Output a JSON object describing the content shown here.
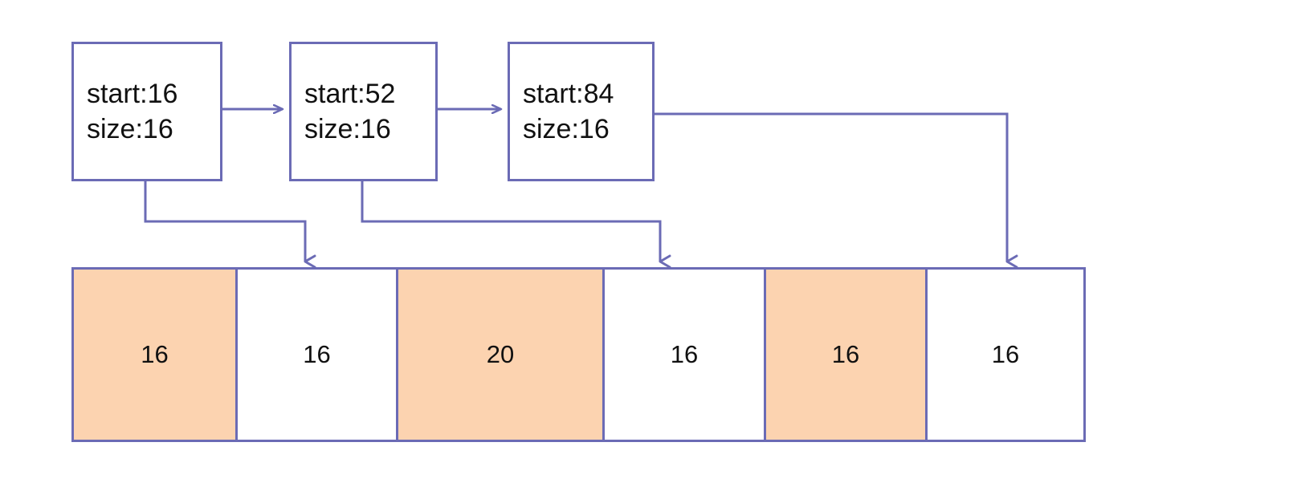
{
  "diagram": {
    "title": "free-list-and-heap-blocks",
    "colors": {
      "line": "#6B6BB5",
      "allocated_fill": "#FCD3B0",
      "free_fill": "#FFFFFF",
      "text": "#111111"
    },
    "free_list_nodes": [
      {
        "start_label": "start:16",
        "size_label": "size:16"
      },
      {
        "start_label": "start:52",
        "size_label": "size:16"
      },
      {
        "start_label": "start:84",
        "size_label": "size:16"
      }
    ],
    "memory_cells": [
      {
        "label": "16",
        "state": "allocated"
      },
      {
        "label": "16",
        "state": "free"
      },
      {
        "label": "20",
        "state": "allocated"
      },
      {
        "label": "16",
        "state": "free"
      },
      {
        "label": "16",
        "state": "allocated"
      },
      {
        "label": "16",
        "state": "free"
      }
    ]
  }
}
